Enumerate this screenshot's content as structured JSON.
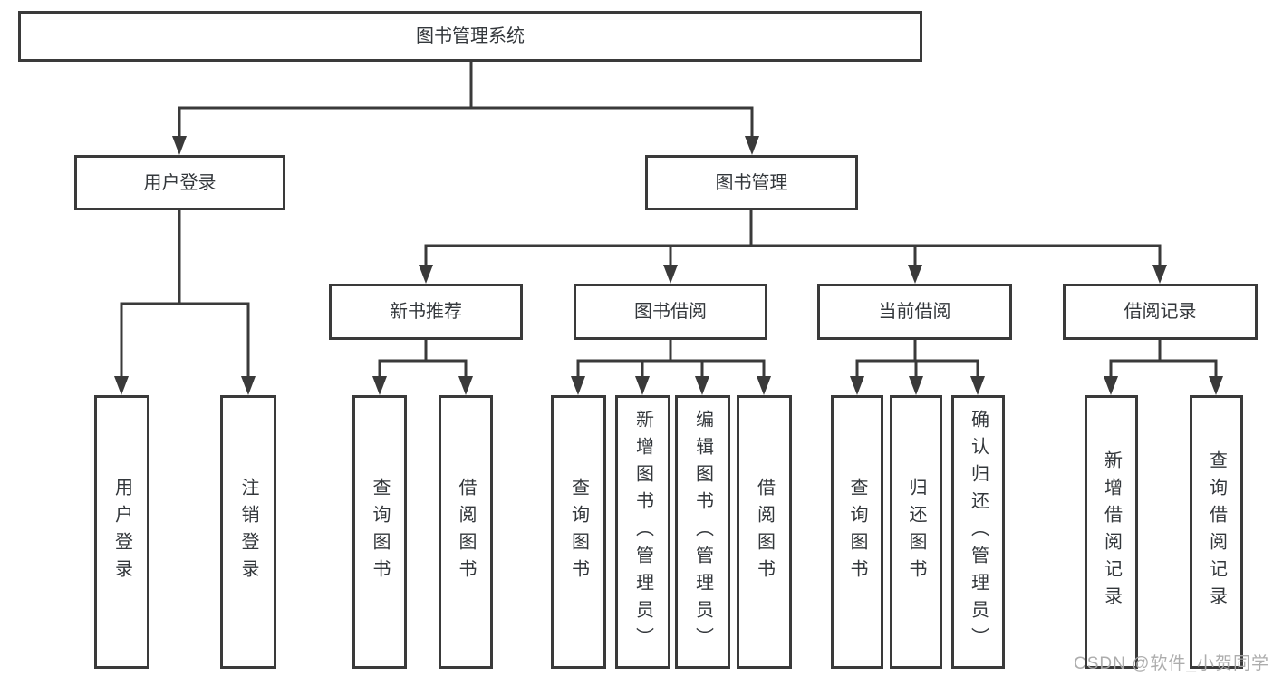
{
  "diagram": {
    "root": {
      "label": "图书管理系统"
    },
    "level2": [
      {
        "label": "用户登录"
      },
      {
        "label": "图书管理"
      }
    ],
    "level3": [
      {
        "label": "新书推荐"
      },
      {
        "label": "图书借阅"
      },
      {
        "label": "当前借阅"
      },
      {
        "label": "借阅记录"
      }
    ],
    "leaves": {
      "user_login": [
        "用户登录",
        "注销登录"
      ],
      "new_book": [
        "查询图书",
        "借阅图书"
      ],
      "borrow": [
        "查询图书",
        "新增图书（管理员）",
        "编辑图书（管理员）",
        "借阅图书"
      ],
      "current": [
        "查询图书",
        "归还图书",
        "确认归还（管理员）"
      ],
      "records": [
        "新增借阅记录",
        "查询借阅记录"
      ]
    }
  },
  "watermark": {
    "text": "CSDN @软件_小贺同学"
  },
  "colors": {
    "line": "#3a3a3a",
    "border": "#3a3a3a",
    "text": "#33373b",
    "watermark": "#a9a9a9",
    "background": "#ffffff"
  }
}
